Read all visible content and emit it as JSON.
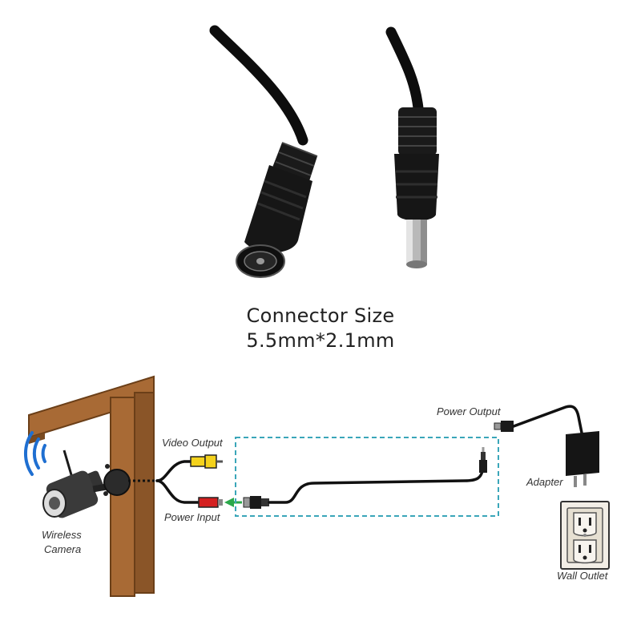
{
  "caption": {
    "title": "Connector Size",
    "size": "5.5mm*2.1mm"
  },
  "labels": {
    "video_output": "Video Output",
    "power_input": "Power Input",
    "power_output": "Power Output",
    "adapter": "Adapter",
    "wireless": "Wireless",
    "camera": "Camera",
    "wall_outlet": "Wall Outlet"
  },
  "colors": {
    "cable": "#111111",
    "wood": "#a86a35",
    "wood_dark": "#6b3f18",
    "dashed_box": "#3aa6b9",
    "video_plug": "#f4d21c",
    "power_plug": "#d42020",
    "arrow": "#2aa84a",
    "wifi": "#1f6fd1"
  }
}
